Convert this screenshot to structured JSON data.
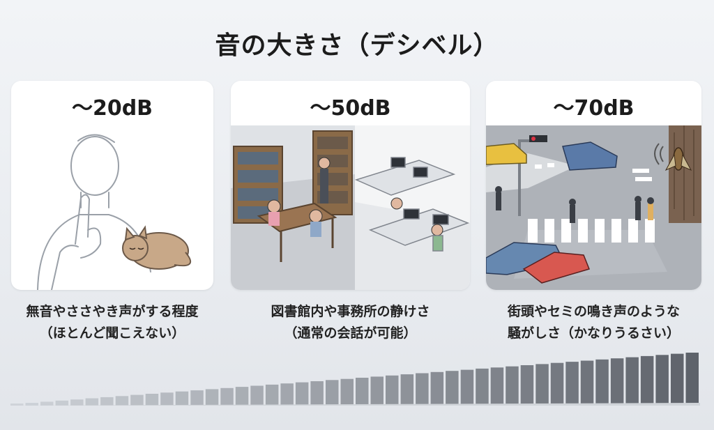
{
  "title": "音の大きさ（デシベル）",
  "cards": [
    {
      "db_label": "〜20dB",
      "caption_line1": "無音やささやき声がする程度",
      "caption_line2": "（ほとんど聞こえない）",
      "scene": "person-shushing-and-sleeping-cat"
    },
    {
      "db_label": "〜50dB",
      "caption_line1": "図書館内や事務所の静けさ",
      "caption_line2": "（通常の会話が可能）",
      "scene": "library-and-office"
    },
    {
      "db_label": "〜70dB",
      "caption_line1": "街頭やセミの鳴き声のような",
      "caption_line2": "騒がしさ（かなりうるさい）",
      "scene": "street-crossing-and-cicada"
    }
  ],
  "meter": {
    "bar_count": 46,
    "start_level": 0.03,
    "end_level": 1.0,
    "color_light": "#cfd3d9",
    "color_dark": "#5e636b"
  }
}
